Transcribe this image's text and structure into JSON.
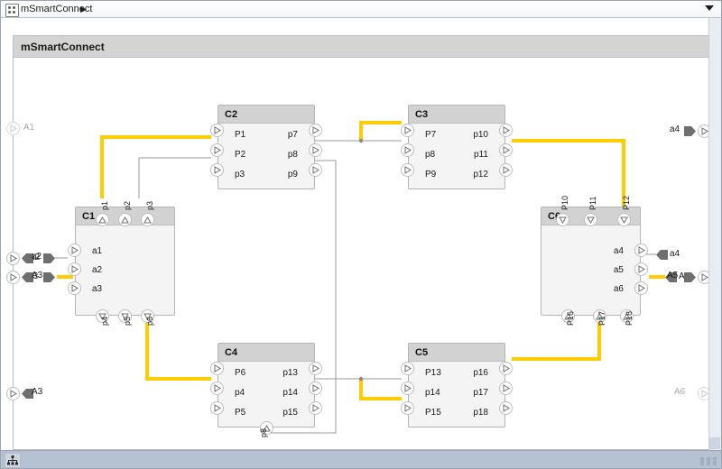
{
  "window": {
    "breadcrumb": "mSmartConnect",
    "breadcrumb_arrow": "▶",
    "model_icon": "model-block-icon",
    "dropdown_icon": "chevron-down-icon"
  },
  "subsystem": {
    "title": "mSmartConnect"
  },
  "statusbar": {
    "hierarchy_icon": "hierarchy-icon",
    "resize_grip": "resize-grip"
  },
  "colors": {
    "highlight": "#ffcc00",
    "wire": "#9a9a9a",
    "block_fill": "#f4f4f4",
    "block_header": "#d2d2d2",
    "block_border": "#b5b5b5",
    "connector": "#6e6e6e",
    "canvas": "#ffffff",
    "frame_header": "#d4d4d4",
    "statusbar": "#b6c2d2"
  },
  "blocks": [
    {
      "id": "C1",
      "name": "C1",
      "left_ports": [
        "a1",
        "a2",
        "a3"
      ],
      "right_ports": [],
      "top_ports": [
        "p1",
        "p2",
        "p3"
      ],
      "bottom_ports": [
        "p4",
        "p5",
        "p6"
      ]
    },
    {
      "id": "C2",
      "name": "C2",
      "left_ports": [
        "P1",
        "P2",
        "p3"
      ],
      "right_ports": [
        "p7",
        "p8",
        "p9"
      ],
      "top_ports": [],
      "bottom_ports": []
    },
    {
      "id": "C3",
      "name": "C3",
      "left_ports": [
        "P7",
        "p8",
        "P9"
      ],
      "right_ports": [
        "p10",
        "p11",
        "p12"
      ],
      "top_ports": [],
      "bottom_ports": []
    },
    {
      "id": "C4",
      "name": "C4",
      "left_ports": [
        "P6",
        "p4",
        "P5"
      ],
      "right_ports": [
        "p13",
        "p14",
        "p15"
      ],
      "top_ports": [],
      "bottom_ports": [
        "p8"
      ]
    },
    {
      "id": "C5",
      "name": "C5",
      "left_ports": [
        "P13",
        "p14",
        "P15"
      ],
      "right_ports": [
        "p16",
        "p17",
        "p18"
      ],
      "top_ports": [],
      "bottom_ports": []
    },
    {
      "id": "C6",
      "name": "C6",
      "left_ports": [],
      "right_ports": [
        "a4",
        "a5",
        "a6"
      ],
      "top_ports": [
        "P10",
        "P11",
        "P12"
      ],
      "bottom_ports": [
        "P16",
        "P17",
        "P18"
      ]
    }
  ],
  "boundary_ports": [
    {
      "label": "A1",
      "side": "left",
      "state": "disabled",
      "connector": ""
    },
    {
      "label": "A2",
      "side": "left",
      "state": "connected",
      "connector": "a2"
    },
    {
      "label": "A3",
      "side": "left",
      "state": "connected",
      "connector": "A3"
    },
    {
      "label": "A4",
      "side": "right",
      "state": "connected",
      "connector": "a4"
    },
    {
      "label": "A5",
      "side": "right",
      "state": "connected",
      "connector": "A5"
    },
    {
      "label": "A6",
      "side": "right",
      "state": "disabled",
      "connector": ""
    }
  ],
  "inner_connectors": [
    {
      "label": "a2",
      "target": "C1.a2",
      "highlighted": false
    },
    {
      "label": "A3",
      "target": "C1.a3",
      "highlighted": true
    },
    {
      "label": "a4",
      "target": "C6.a4",
      "highlighted": false
    },
    {
      "label": "A5",
      "target": "C6.a5",
      "highlighted": true
    }
  ],
  "connections": [
    {
      "from": "C1.p1",
      "to": "C2.P2",
      "highlighted": true
    },
    {
      "from": "C1.p3",
      "to": "C2.p3",
      "highlighted": false
    },
    {
      "from": "C2.p8",
      "to": "C3.P7",
      "highlighted": true
    },
    {
      "from": "C2.p8",
      "to": "C3.p8",
      "highlighted": false
    },
    {
      "from": "C2.p9",
      "to": "C4.p8",
      "highlighted": false
    },
    {
      "from": "C3.p11",
      "to": "C6.P12",
      "highlighted": true
    },
    {
      "from": "C1.p6",
      "to": "C4.p4",
      "highlighted": true
    },
    {
      "from": "C4.p14",
      "to": "C5.P15",
      "highlighted": true
    },
    {
      "from": "C4.p14",
      "to": "C5.p14",
      "highlighted": false
    },
    {
      "from": "C5.p16",
      "to": "C6.P17",
      "highlighted": true
    }
  ]
}
